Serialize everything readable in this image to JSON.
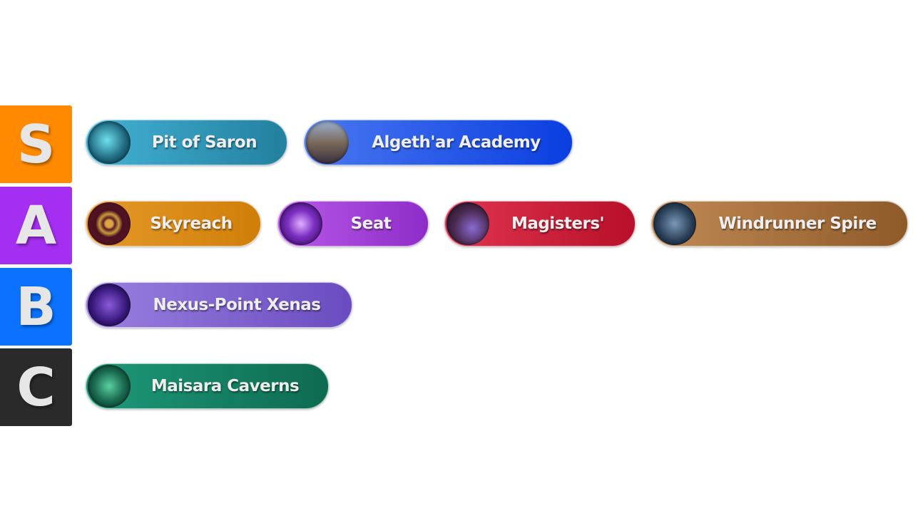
{
  "tiers": [
    {
      "label": "S",
      "color": "#ff8a00"
    },
    {
      "label": "A",
      "color": "#a52ff0"
    },
    {
      "label": "B",
      "color": "#0a72ff"
    },
    {
      "label": "C",
      "color": "#2a2a2a"
    }
  ],
  "items": {
    "pit_of_saron": {
      "label": "Pit of Saron",
      "icon": "frozen-cavern-icon"
    },
    "algethar_academy": {
      "label": "Algeth'ar Academy",
      "icon": "academy-tower-icon"
    },
    "skyreach": {
      "label": "Skyreach",
      "icon": "golden-sun-icon"
    },
    "seat": {
      "label": "Seat",
      "icon": "void-crystal-icon"
    },
    "magisters": {
      "label": "Magisters'",
      "icon": "magisters-terrace-icon"
    },
    "windrunner_spire": {
      "label": "Windrunner Spire",
      "icon": "statue-icon"
    },
    "nexus_point_xenas": {
      "label": "Nexus-Point Xenas",
      "icon": "nexus-icon"
    },
    "maisara_caverns": {
      "label": "Maisara Caverns",
      "icon": "cavern-face-icon"
    }
  }
}
